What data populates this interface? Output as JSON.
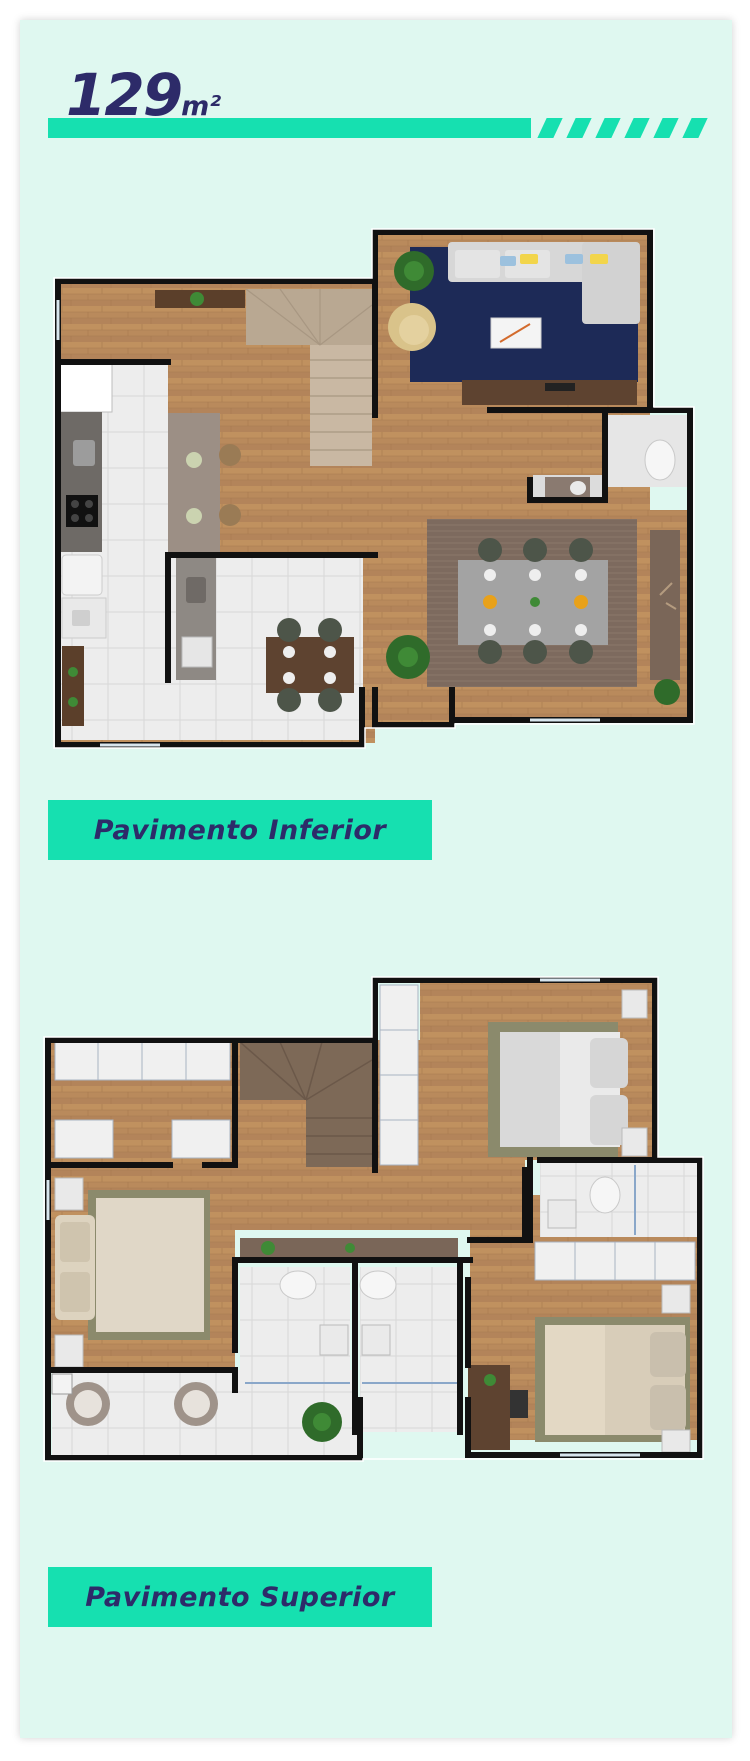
{
  "header": {
    "area_value": "129",
    "area_unit": "m²"
  },
  "floors": [
    {
      "label": "Pavimento Inferior"
    },
    {
      "label": "Pavimento Superior"
    }
  ],
  "colors": {
    "accent": "#16e0b0",
    "text": "#2d2b69",
    "background": "#dff8f0",
    "wood": "#b98a5c",
    "wall": "#111111",
    "rug": "#1d2a57"
  }
}
